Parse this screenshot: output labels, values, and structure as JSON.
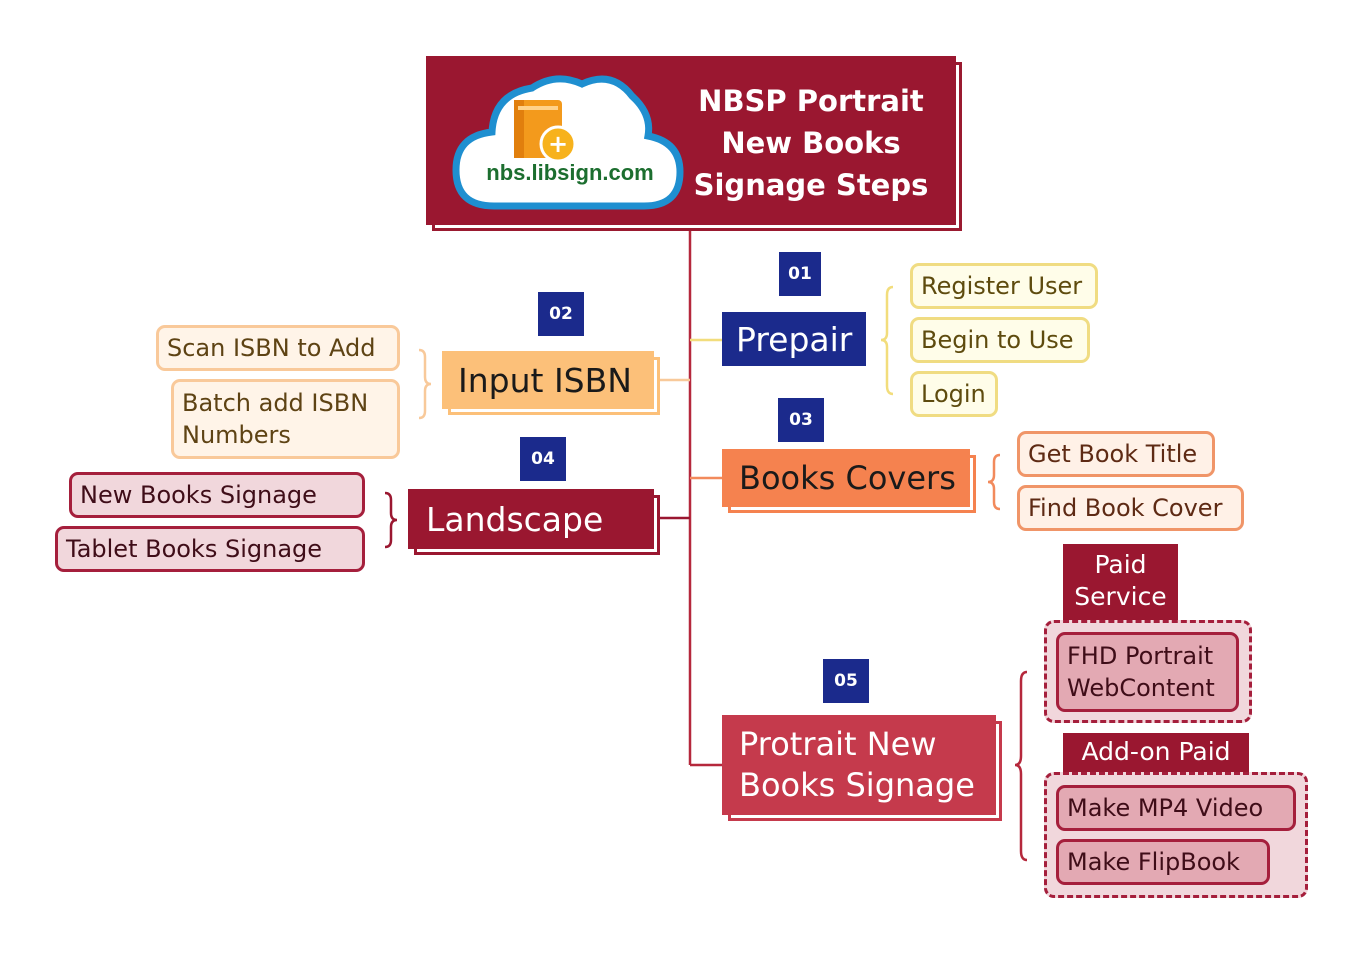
{
  "root": {
    "title_lines": [
      "NBSP Portrait",
      "New Books",
      "Signage Steps"
    ],
    "logo_text": "nbs.libsign.com"
  },
  "topics": {
    "prepair": {
      "number": "01",
      "label": "Prepair",
      "children": [
        "Register User",
        "Begin to Use",
        "Login"
      ]
    },
    "input_isbn": {
      "number": "02",
      "label": "Input ISBN",
      "children": [
        "Scan ISBN to Add",
        "Batch add ISBN Numbers"
      ]
    },
    "books_covers": {
      "number": "03",
      "label": "Books Covers",
      "children": [
        "Get Book Title",
        "Find Book Cover"
      ]
    },
    "landscape": {
      "number": "04",
      "label": "Landscape",
      "children": [
        "New Books Signage",
        "Tablet Books Signage"
      ]
    },
    "portrait": {
      "number": "05",
      "label_lines": [
        "Protrait New",
        "Books Signage"
      ],
      "paid_service": {
        "tag_lines": [
          "Paid",
          "Service"
        ],
        "items": [
          [
            "FHD Portrait",
            "WebContent"
          ]
        ]
      },
      "addon_paid": {
        "tag": "Add-on Paid",
        "items": [
          "Make MP4 Video",
          "Make FlipBook"
        ]
      }
    }
  },
  "colors": {
    "root": "#9a1730",
    "badge": "#1b2a8c",
    "prepair": "#1b2a8c",
    "input_isbn": "#fcc079",
    "books_covers": "#f5824f",
    "landscape": "#9a1730",
    "portrait": "#c53a4c"
  }
}
